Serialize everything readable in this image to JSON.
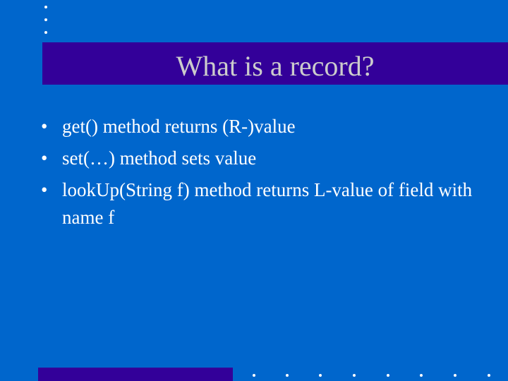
{
  "slide": {
    "title": "What is a record?",
    "bullets": [
      {
        "marker": "•",
        "text": "get() method returns (R-)value"
      },
      {
        "marker": "•",
        "text": "set(…) method sets value"
      },
      {
        "marker": "•",
        "text": "lookUp(String f) method returns L-value of field with name f"
      }
    ]
  },
  "colors": {
    "background": "#0066cc",
    "title_band": "#330099",
    "title_text": "#cccccc",
    "body_text": "#ffffff",
    "decor_dots": "#ffffff"
  }
}
